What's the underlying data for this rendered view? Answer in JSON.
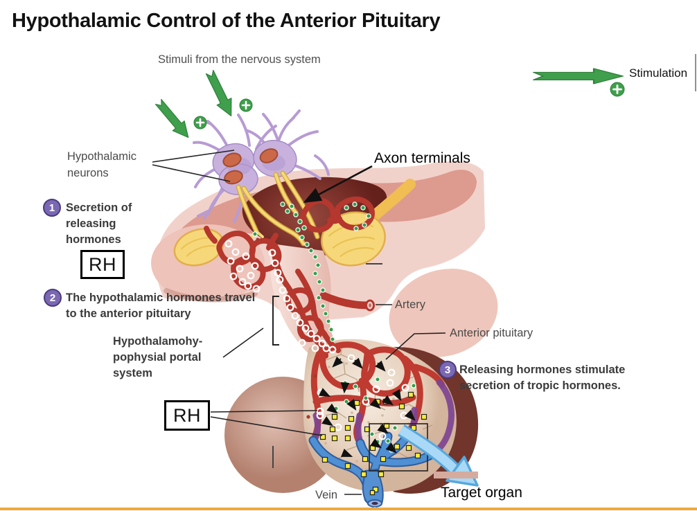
{
  "title": "Hypothalamic Control of the Anterior Pituitary",
  "legend": {
    "stimulation": "Stimulation"
  },
  "annotations": {
    "stimuli": "Stimuli from the nervous system",
    "hypothalamic_neurons": "Hypothalamic neurons",
    "axon_terminals": "Axon terminals",
    "artery": "Artery",
    "anterior_pituitary": "Anterior pituitary",
    "vein": "Vein",
    "target_organ": "Target organ"
  },
  "steps": [
    {
      "number": "1",
      "text": "Secretion of releasing hormones"
    },
    {
      "number": "2",
      "text": "The hypothalamic hormones travel to the anterior pituitary"
    },
    {
      "number": "3",
      "text": "Releasing hormones stimulate secretion of tropic hormones."
    }
  ],
  "boxes": {
    "rh_upper": "RH",
    "rh_lower": "RH"
  },
  "portal_label": {
    "line1": "Hypothalamohy-",
    "line2": "pophysial portal",
    "line3": "system"
  },
  "colors": {
    "stimulation_green": "#3f9f4c",
    "step_purple": "#7b68b3",
    "bottom_rule_orange": "#f2a838",
    "vessel_red": "#bf3a30",
    "vein_blue": "#4f8fd4",
    "hormone_yellow": "#f9ed39",
    "neuron_purple": "#c8b2dd"
  }
}
